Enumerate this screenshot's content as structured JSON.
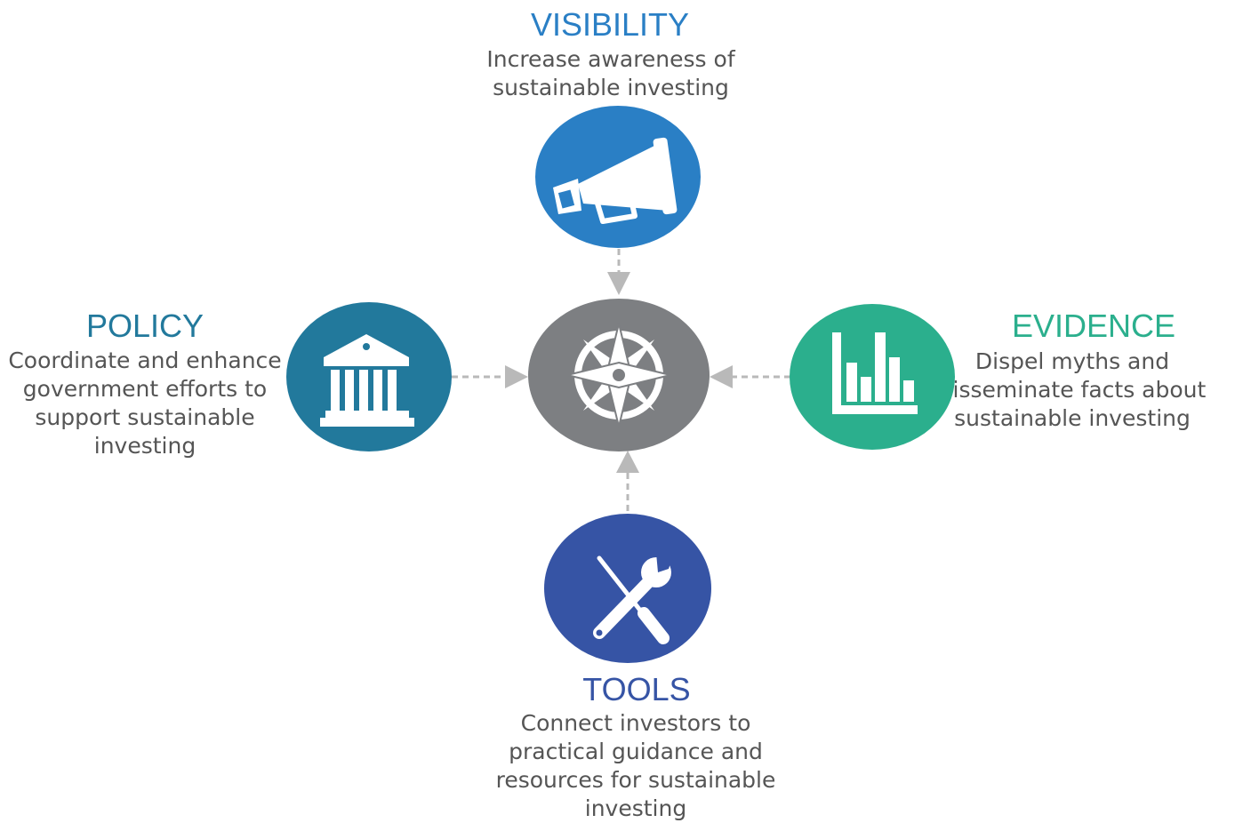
{
  "visibility": {
    "title": "VISIBILITY",
    "lines": [
      "Increase awareness of",
      "sustainable investing"
    ],
    "color": "#2a7fc5",
    "icon": "megaphone-icon"
  },
  "policy": {
    "title": "POLICY",
    "lines": [
      "Coordinate and enhance",
      "government efforts to",
      "support sustainable",
      "investing"
    ],
    "color": "#22799c",
    "icon": "government-building-icon"
  },
  "evidence": {
    "title": "EVIDENCE",
    "lines": [
      "Dispel myths and",
      "disseminate facts about",
      "sustainable investing"
    ],
    "color": "#2baf8d",
    "icon": "bar-chart-icon"
  },
  "tools": {
    "title": "TOOLS",
    "lines": [
      "Connect investors to",
      "practical guidance and",
      "resources for sustainable",
      "investing"
    ],
    "color": "#3654a5",
    "icon": "tools-icon"
  },
  "center": {
    "color": "#7d7f82",
    "icon": "compass-icon"
  },
  "connector_color": "#b9b9b9"
}
